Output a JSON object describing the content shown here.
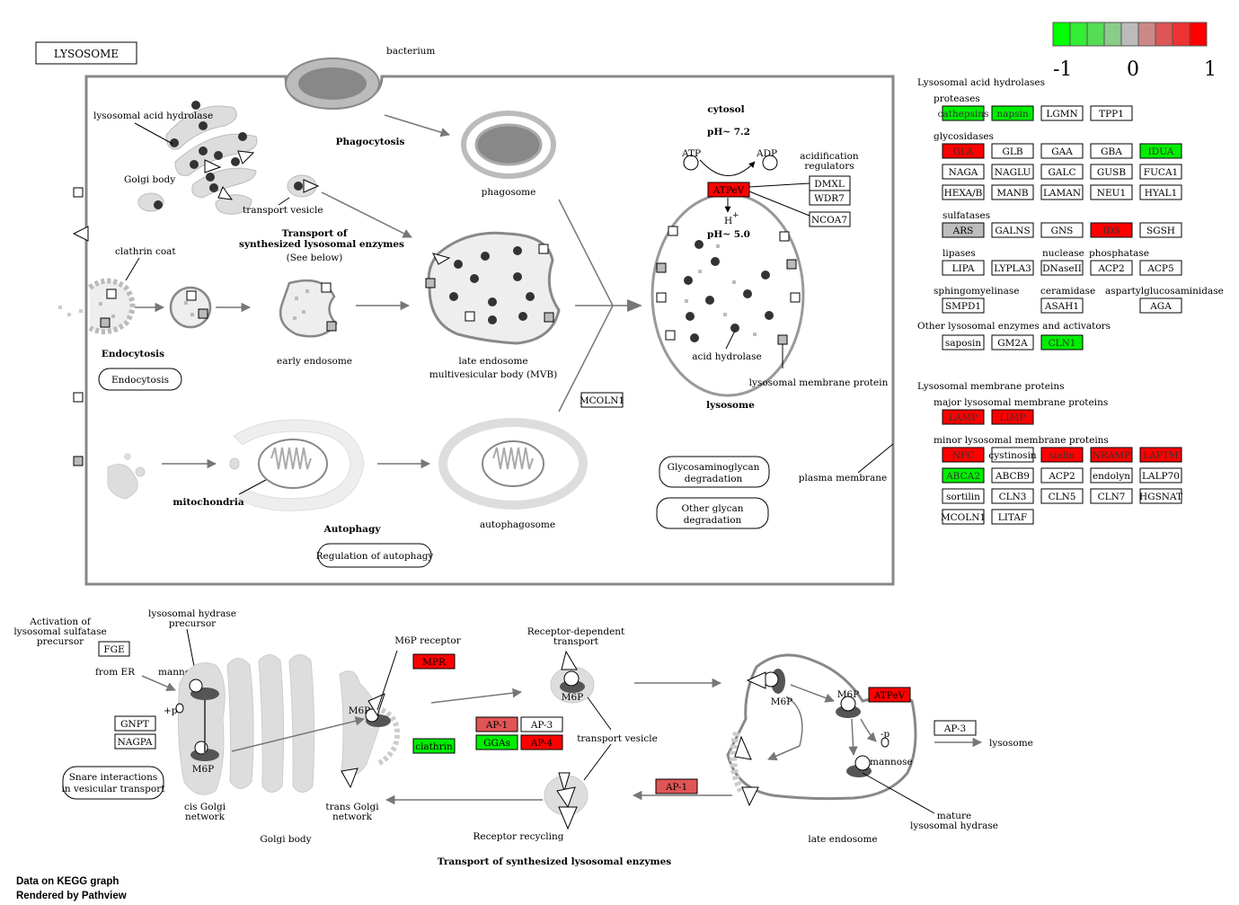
{
  "title": "LYSOSOME",
  "legend": {
    "labels": [
      "-1",
      "0",
      "1"
    ],
    "colors": [
      "#00ff00",
      "#33ee33",
      "#55dd55",
      "#88cc88",
      "#bbbbbb",
      "#cc8888",
      "#dd5555",
      "#ee3333",
      "#ff0000"
    ]
  },
  "colors": {
    "red": "#ff0000",
    "salmon": "#e05555",
    "green": "#00ee00",
    "gray": "#bdbdbd",
    "white": "#ffffff"
  },
  "diagram": {
    "bacterium": "bacterium",
    "phagocytosis": "Phagocytosis",
    "phagosome": "phagosome",
    "lys_acid_hydrolase": "lysosomal acid hydrolase",
    "golgi_body": "Golgi body",
    "transport_vesicle": "transport vesicle",
    "transport_title1": "Transport of",
    "transport_title2": "synthesized lysosomal enzymes",
    "see_below": "(See below)",
    "clathrin_coat": "clathrin coat",
    "endocytosis_bold": "Endocytosis",
    "endocytosis_btn": "Endocytosis",
    "early_endosome": "early endosome",
    "late_endosome": "late endosome",
    "mvb": "multivesicular body (MVB)",
    "cytosol": "cytosol",
    "ph72": "pH~ 7.2",
    "atp": "ATP",
    "adp": "ADP",
    "acid_reg1": "acidification",
    "acid_reg2": "regulators",
    "h_plus": "H",
    "plus": "+",
    "ph50": "pH~ 5.0",
    "acid_hydrolase": "acid hydrolase",
    "lys_membrane_protein": "lysosomal membrane protein",
    "lysosome": "lysosome",
    "mitochondria": "mitochondria",
    "autophagy": "Autophagy",
    "autophagosome": "autophagosome",
    "reg_autophagy": "Regulation of autophagy",
    "gag_degradation1": "Glycosaminoglycan",
    "gag_degradation2": "degradation",
    "other_glycan1": "Other glycan",
    "other_glycan2": "degradation",
    "plasma_membrane": "plasma membrane"
  },
  "genes_main": {
    "ATPeV": "ATPeV",
    "DMXL": "DMXL",
    "WDR7": "WDR7",
    "NCOA7": "NCOA7",
    "MCOLN1": "MCOLN1"
  },
  "right_panel": {
    "acid_hydrolases": "Lysosomal acid hydrolases",
    "proteases": "proteases",
    "glycosidases": "glycosidases",
    "sulfatases": "sulfatases",
    "lipases": "lipases",
    "nuclease": "nuclease",
    "phosphatase": "phosphatase",
    "sphingomyelinase": "sphingomyelinase",
    "ceramidase": "ceramidase",
    "aspartylglucosaminidase": "aspartylglucosaminidase",
    "other_enzymes": "Other lysosomal enzymes and activators",
    "membrane_proteins": "Lysosomal membrane proteins",
    "major_mp": "major lysosomal membrane proteins",
    "minor_mp": "minor lysosomal membrane proteins",
    "genes": {
      "cathepsins": "cathepsins",
      "napsin": "napsin",
      "LGMN": "LGMN",
      "TPP1": "TPP1",
      "GLA": "GLA",
      "GLB": "GLB",
      "GAA": "GAA",
      "GBA": "GBA",
      "IDUA": "IDUA",
      "NAGA": "NAGA",
      "NAGLU": "NAGLU",
      "GALC": "GALC",
      "GUSB": "GUSB",
      "FUCA1": "FUCA1",
      "HEXAB": "HEXA/B",
      "MANB": "MANB",
      "LAMAN": "LAMAN",
      "NEU1": "NEU1",
      "HYAL1": "HYAL1",
      "ARS": "ARS",
      "GALNS": "GALNS",
      "GNS": "GNS",
      "IDS": "IDS",
      "SGSH": "SGSH",
      "LIPA": "LIPA",
      "LYPLA3": "LYPLA3",
      "DNaseII": "DNaseII",
      "ACP2": "ACP2",
      "ACP5": "ACP5",
      "SMPD1": "SMPD1",
      "ASAH1": "ASAH1",
      "AGA": "AGA",
      "saposin": "saposin",
      "GM2A": "GM2A",
      "CLN1": "CLN1",
      "LAMP": "LAMP",
      "LIMP": "LIMP",
      "NPC": "NPC",
      "cystinosin": "cystinosin",
      "sialin": "sialin",
      "NRAMP": "NRAMP",
      "LAPTM": "LAPTM",
      "ABCA2": "ABCA2",
      "ABCB9": "ABCB9",
      "ACP2b": "ACP2",
      "endolyn": "endolyn",
      "LALP70": "LALP70",
      "sortilin": "sortilin",
      "CLN3": "CLN3",
      "CLN5": "CLN5",
      "CLN7": "CLN7",
      "HGSNAT": "HGSNAT",
      "MCOLN1": "MCOLN1",
      "LITAF": "LITAF"
    }
  },
  "bottom": {
    "activation1": "Activation of",
    "activation2": "lysosomal sulfatase",
    "activation3": "precursor",
    "from_er": "from ER",
    "mannose": "mannose",
    "lys_hydrase1": "lysosomal hydrase",
    "lys_hydrase2": "precursor",
    "plus_p": "+p",
    "m6p": "M6P",
    "snare1": "Snare interactions",
    "snare2": "in vesicular transport",
    "cis_golgi1": "cis Golgi",
    "cis_golgi2": "network",
    "golgi_body": "Golgi body",
    "m6p_receptor": "M6P receptor",
    "trans_golgi1": "trans Golgi",
    "trans_golgi2": "network",
    "receptor_dep1": "Receptor-dependent",
    "receptor_dep2": "transport",
    "transport_vesicle": "transport vesicle",
    "receptor_recycling": "Receptor recycling",
    "transport_title": "Transport of synthesized lysosomal enzymes",
    "minus_p": "-p",
    "mannose2": "mannose",
    "mature1": "mature",
    "mature2": "lysosomal hydrase",
    "late_endosome": "late endosome",
    "lysosome": "lysosome",
    "genes": {
      "FGE": "FGE",
      "GNPT": "GNPT",
      "NAGPA": "NAGPA",
      "MPR": "MPR",
      "clathrin": "clathrin",
      "AP1a": "AP-1",
      "AP3a": "AP-3",
      "GGAs": "GGAs",
      "AP4": "AP-4",
      "AP1b": "AP-1",
      "ATPeV": "ATPeV",
      "AP3b": "AP-3"
    }
  },
  "footer": {
    "line1": "Data on KEGG graph",
    "line2": "Rendered by Pathview"
  }
}
